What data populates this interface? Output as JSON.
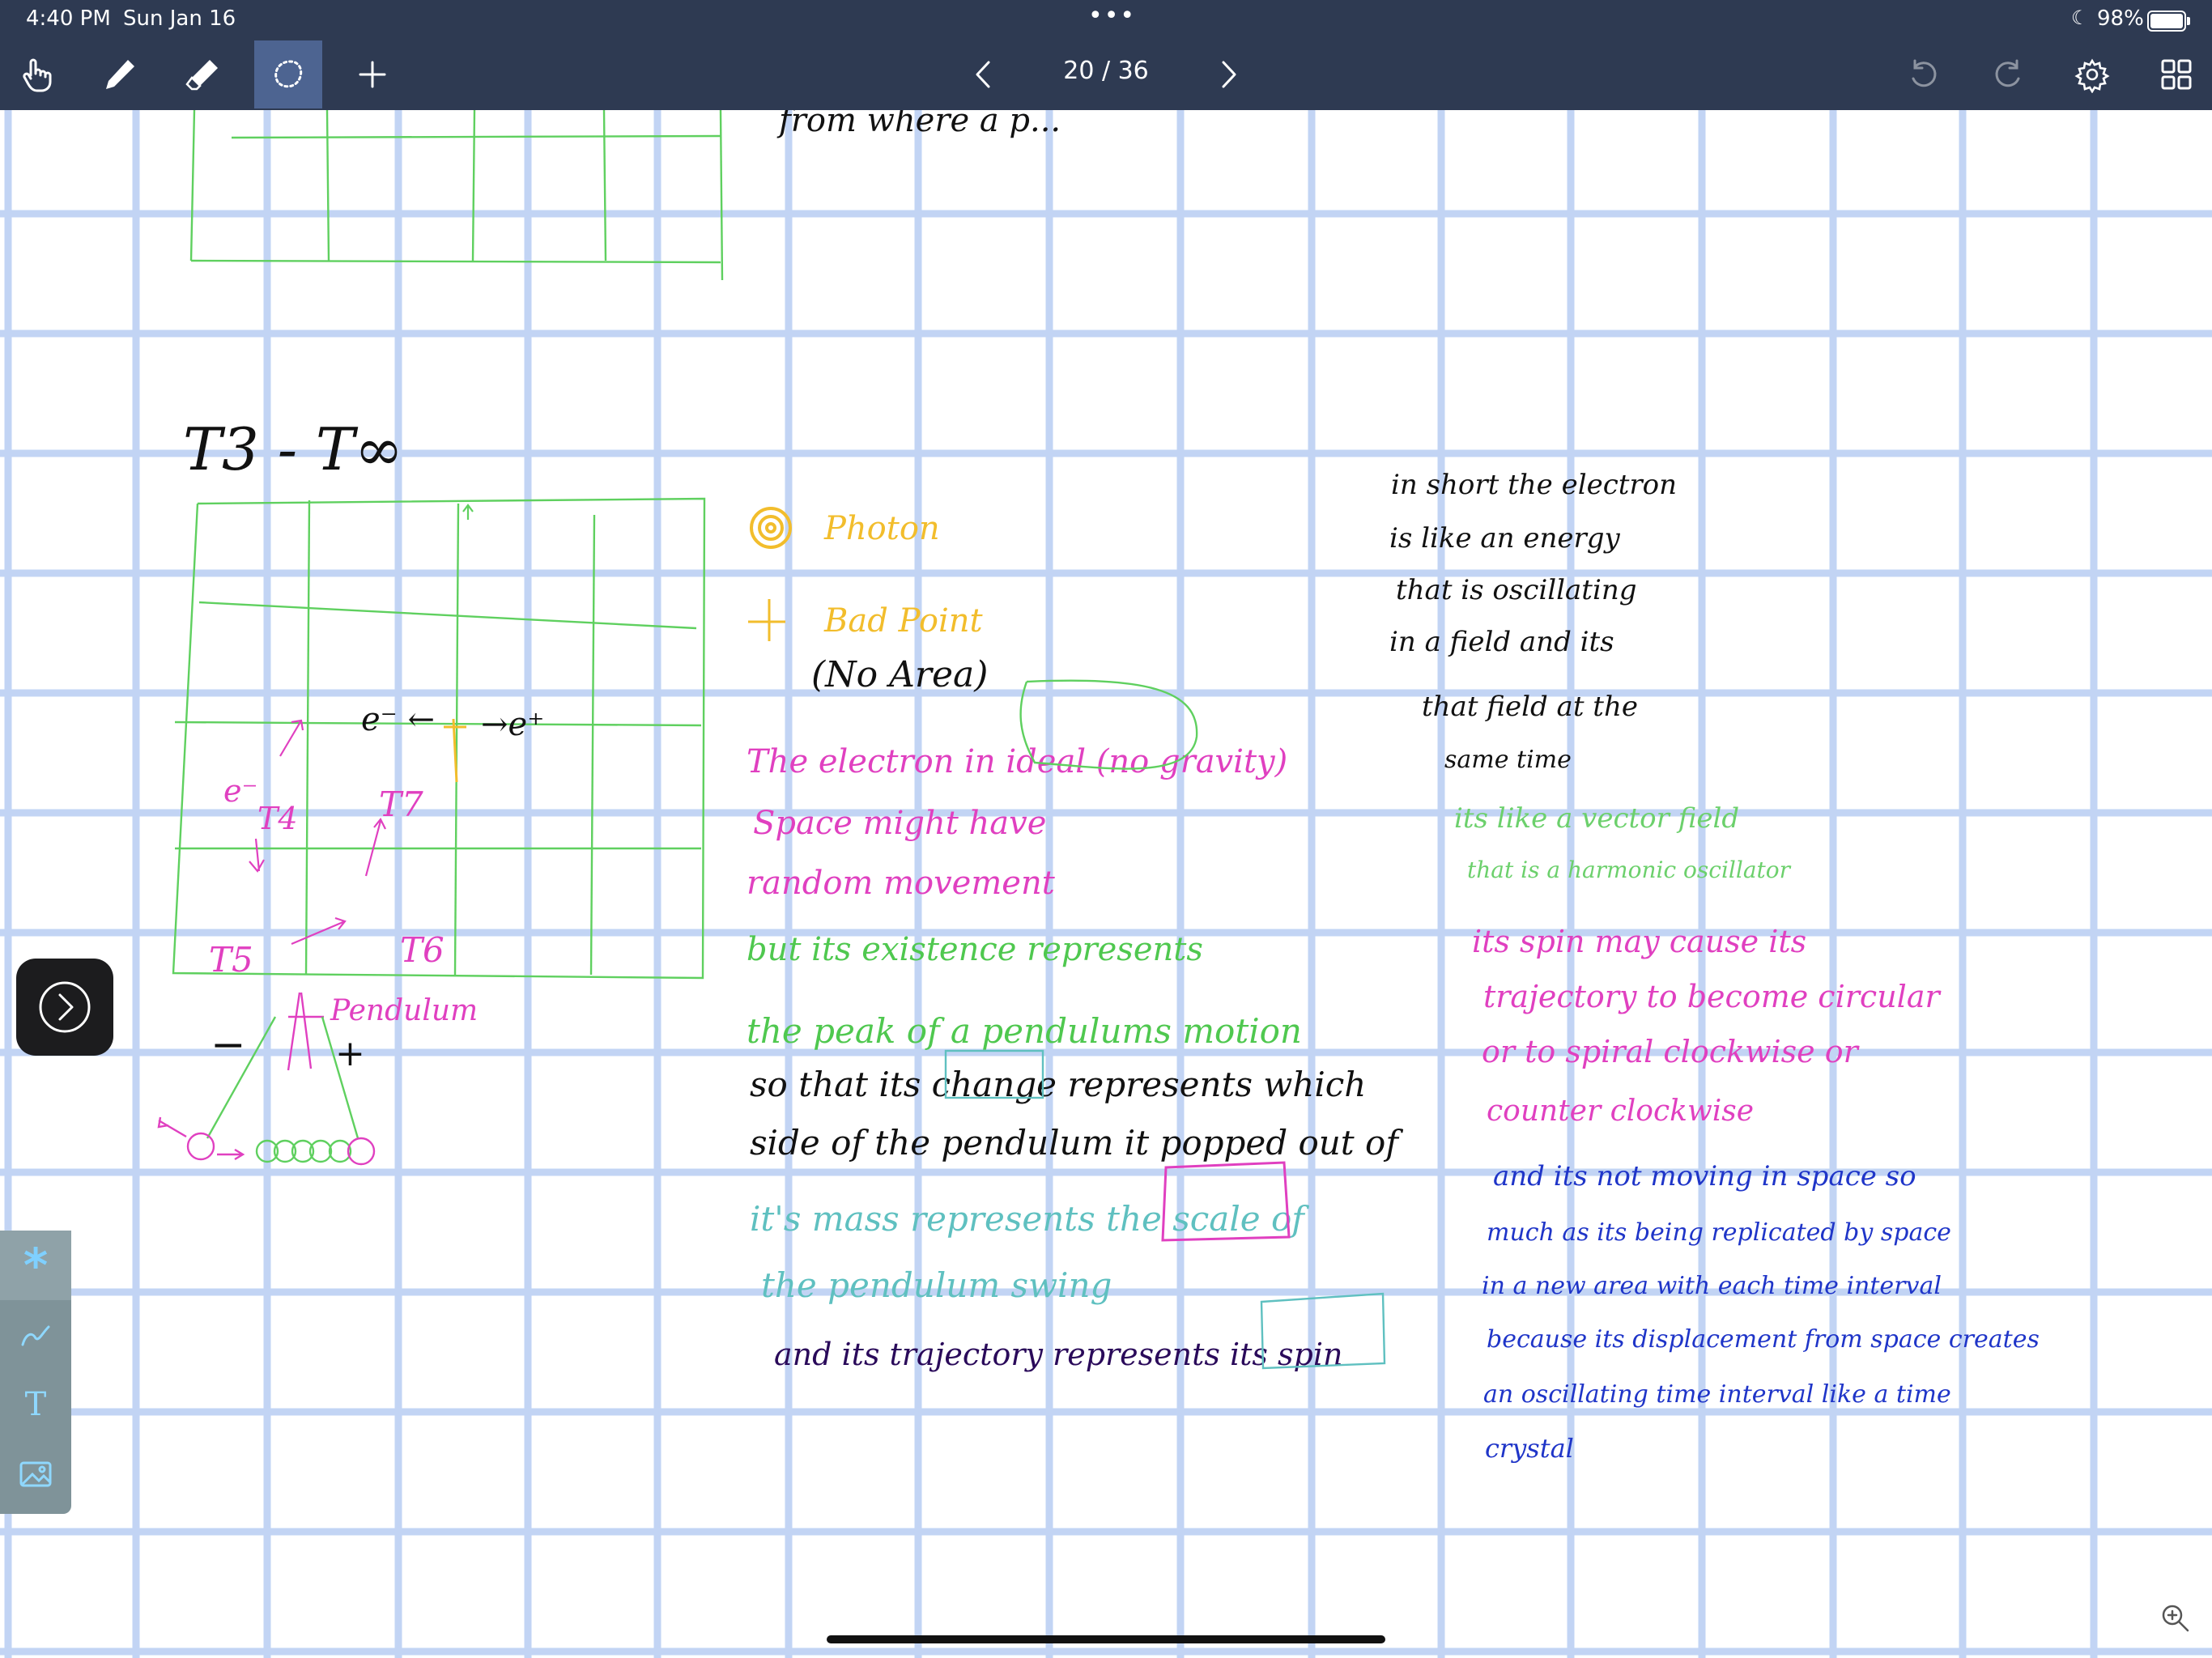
{
  "status_bar": {
    "time": "4:40 PM",
    "date": "Sun Jan 16",
    "battery": "98%"
  },
  "toolbar": {
    "tools": [
      {
        "icon": "hand-pointer-icon",
        "label": "Read-only mode"
      },
      {
        "icon": "pen-icon",
        "label": "Pen"
      },
      {
        "icon": "eraser-icon",
        "label": "Eraser"
      },
      {
        "icon": "lasso-icon",
        "label": "Lasso",
        "active": true
      },
      {
        "icon": "plus-icon",
        "label": "Add"
      }
    ],
    "page_counter": "20 / 36",
    "right_icons": [
      "undo-icon",
      "redo-icon",
      "gear-icon",
      "grid-view-icon"
    ]
  },
  "page": {
    "title": "T3 - T∞",
    "diagram_labels": {
      "e_minus_top": "e⁻ ←",
      "e_plus_top": "→e⁺",
      "e_left": "e⁻",
      "t4": "T4",
      "t5": "T5",
      "t6": "T6",
      "t7": "T7",
      "pendulum": "Pendulum",
      "minus": "−",
      "plus": "+"
    },
    "legend": {
      "photon": "Photon",
      "bad_point": "Bad Point",
      "no_area": "(No Area)"
    },
    "top_cutoff_text": "from where a p...",
    "notes_middle": [
      {
        "text": "The electron in ideal (no gravity)",
        "color": "#e040c0"
      },
      {
        "text": "Space might have",
        "color": "#e040c0"
      },
      {
        "text": "random movement",
        "color": "#e040c0"
      },
      {
        "text": "but its existence represents",
        "color": "#4fc84f"
      },
      {
        "text": "the peak of a pendulums motion",
        "color": "#4fc84f"
      },
      {
        "text": "so that its change represents which",
        "color": "#111111"
      },
      {
        "text": "side of the pendulum it popped out of",
        "color": "#111111"
      },
      {
        "text": "it's mass represents the scale of",
        "color": "#5fc0c0"
      },
      {
        "text": "the pendulum swing",
        "color": "#5fc0c0"
      },
      {
        "text": "and its trajectory represents its spin",
        "color": "#2a0a5a"
      }
    ],
    "notes_right": [
      {
        "text": "in short the electron",
        "color": "#111111"
      },
      {
        "text": "is like an energy",
        "color": "#111111"
      },
      {
        "text": "that is oscillating",
        "color": "#111111"
      },
      {
        "text": "in a field and its",
        "color": "#111111"
      },
      {
        "text": "that field at the",
        "color": "#111111"
      },
      {
        "text": "same time",
        "color": "#111111"
      },
      {
        "text": "its like a vector field",
        "color": "#6cd06c"
      },
      {
        "text": "that is a harmonic oscillator",
        "color": "#6cd06c"
      },
      {
        "text": "its spin may cause its",
        "color": "#e040c0"
      },
      {
        "text": "trajectory to become circular",
        "color": "#e040c0"
      },
      {
        "text": "or to spiral clockwise or",
        "color": "#e040c0"
      },
      {
        "text": "counter clockwise",
        "color": "#e040c0"
      },
      {
        "text": "and its not moving in space so",
        "color": "#1f35c8"
      },
      {
        "text": "much as its being replicated by space",
        "color": "#1f35c8"
      },
      {
        "text": "in a new area with each time interval",
        "color": "#1f35c8"
      },
      {
        "text": "because its displacement from space creates",
        "color": "#1f35c8"
      },
      {
        "text": "an oscillating time interval like a time",
        "color": "#1f35c8"
      },
      {
        "text": "crystal",
        "color": "#1f35c8"
      }
    ]
  },
  "side_tools": [
    "asterisk-icon",
    "pen-stroke-icon",
    "text-tool-icon",
    "image-icon"
  ],
  "colors": {
    "toolbar": "#2e3a52",
    "grid": "#c2d4f4",
    "green_grid": "#5fd05f",
    "yellow": "#f2bd2c",
    "magenta": "#e040c0",
    "teal": "#5fc0c0",
    "blue_ink": "#1f35c8",
    "purple_ink": "#2a0a5a"
  }
}
